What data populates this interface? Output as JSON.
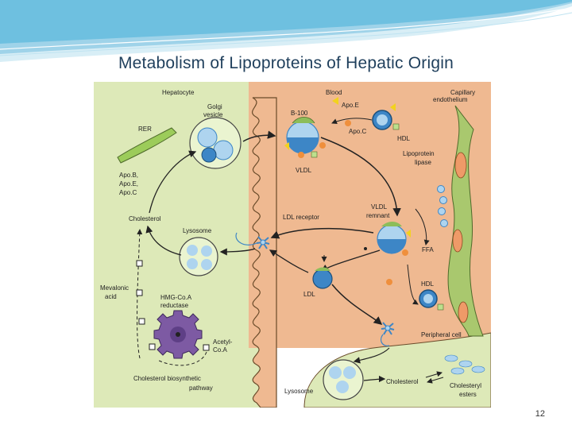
{
  "slide": {
    "title": "Metabolism of Lipoproteins of Hepatic Origin",
    "page_number": "12"
  },
  "diagram": {
    "regions": {
      "hepatocyte": "Hepatocyte",
      "blood": "Blood",
      "capillary_1": "Capillary",
      "capillary_2": "endothelium"
    },
    "labels": {
      "rer": "RER",
      "golgi_1": "Golgi",
      "golgi_2": "vesicle",
      "apo_1": "Apo.B,",
      "apo_2": "Apo.E,",
      "apo_3": "Apo.C",
      "cholesterol_hep": "Cholesterol",
      "lysosome_hep": "Lysosome",
      "mevalonic_1": "Mevalonic",
      "mevalonic_2": "acid",
      "hmg_1": "HMG-Co.A",
      "hmg_2": "reductase",
      "acetyl_1": "Acetyl-",
      "acetyl_2": "Co.A",
      "biosyn_1": "Cholesterol biosynthetic",
      "biosyn_2": "pathway",
      "b100": "B-100",
      "apoe": "Apo.E",
      "apoc": "Apo.C",
      "hdl_top": "HDL",
      "vldl": "VLDL",
      "lpl_1": "Lipoprotein",
      "lpl_2": "lipase",
      "ldl_receptor": "LDL receptor",
      "vldl_rem_1": "VLDL",
      "vldl_rem_2": "remnant",
      "ffa": "FFA",
      "ldl": "LDL",
      "hdl_bottom": "HDL",
      "peripheral": "Peripheral cell",
      "lysosome_per": "Lysosome",
      "cholesterol_per": "Cholesterol",
      "esters_1": "Cholesteryl",
      "esters_2": "esters"
    }
  },
  "colors": {
    "title": "#1f3f5c",
    "hepatocyte": "#dde9b8",
    "blood": "#efb991",
    "endothelium": "#a9c86e",
    "particle_blue": "#3d86c6",
    "particle_light": "#aed4ef",
    "apo_green": "#8cbd5a",
    "apo_yellow": "#f2d21e",
    "apo_orange": "#ef8f3c",
    "hmg_enzyme": "#7d5aa3"
  }
}
